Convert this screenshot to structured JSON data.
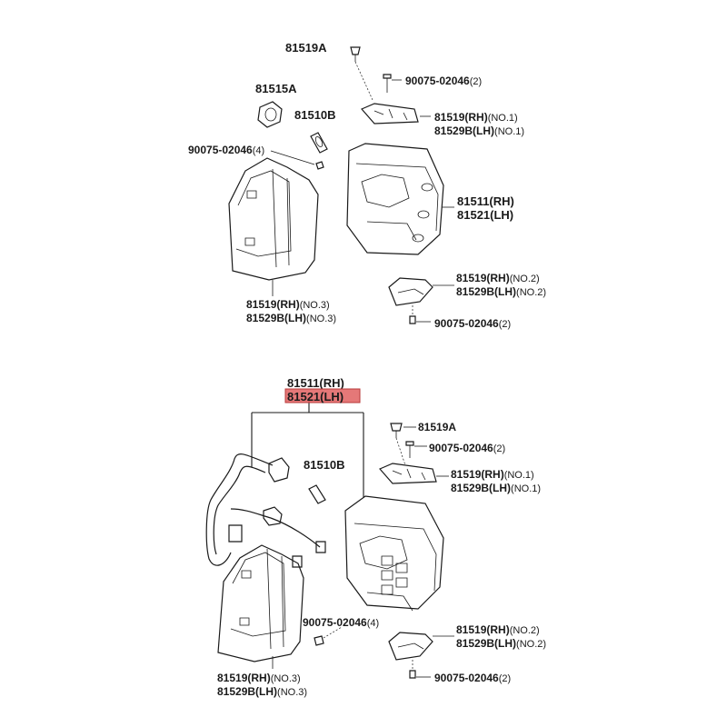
{
  "highlight_color": "#e06060",
  "upper_group": {
    "callouts": [
      {
        "num": "81519A",
        "qual": ""
      },
      {
        "num": "90075-02046",
        "qual": "(2)"
      },
      {
        "num": "81515A",
        "qual": ""
      },
      {
        "num": "81510B",
        "qual": ""
      },
      {
        "num": "81519(RH)",
        "qual": "(NO.1)"
      },
      {
        "num": "81529B(LH)",
        "qual": "(NO.1)"
      },
      {
        "num": "90075-02046",
        "qual": "(4)"
      },
      {
        "num": "81511(RH)",
        "qual": ""
      },
      {
        "num": "81521(LH)",
        "qual": ""
      },
      {
        "num": "81519(RH)",
        "qual": "(NO.2)"
      },
      {
        "num": "81529B(LH)",
        "qual": "(NO.2)"
      },
      {
        "num": "81519(RH)",
        "qual": "(NO.3)"
      },
      {
        "num": "81529B(LH)",
        "qual": "(NO.3)"
      },
      {
        "num": "90075-02046",
        "qual": "(2)"
      }
    ]
  },
  "lower_group": {
    "assembly_rh": "81511(RH)",
    "assembly_lh": "81521(LH)",
    "callouts": [
      {
        "num": "81519A",
        "qual": ""
      },
      {
        "num": "90075-02046",
        "qual": "(2)"
      },
      {
        "num": "81510B",
        "qual": ""
      },
      {
        "num": "81519(RH)",
        "qual": "(NO.1)"
      },
      {
        "num": "81529B(LH)",
        "qual": "(NO.1)"
      },
      {
        "num": "90075-02046",
        "qual": "(4)"
      },
      {
        "num": "81519(RH)",
        "qual": "(NO.2)"
      },
      {
        "num": "81529B(LH)",
        "qual": "(NO.2)"
      },
      {
        "num": "90075-02046",
        "qual": "(2)"
      },
      {
        "num": "81519(RH)",
        "qual": "(NO.3)"
      },
      {
        "num": "81529B(LH)",
        "qual": "(NO.3)"
      }
    ]
  }
}
